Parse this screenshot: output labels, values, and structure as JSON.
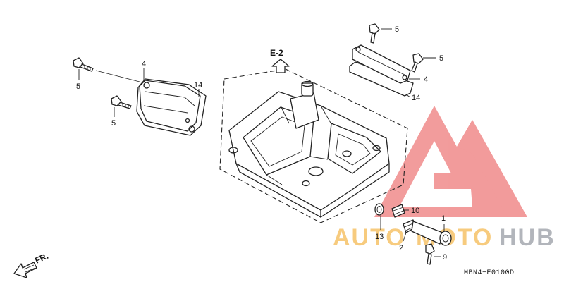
{
  "reference_label": "E-2",
  "front_label": "FR.",
  "diagram_code": "MBN4−E0100D",
  "callouts": {
    "c1": "1",
    "c2": "2",
    "c4a": "4",
    "c4b": "4",
    "c5a": "5",
    "c5b": "5",
    "c5c": "5",
    "c5d": "5",
    "c9": "9",
    "c10": "10",
    "c13": "13",
    "c14a": "14",
    "c14b": "14"
  },
  "watermark": {
    "text_auto": "AUTO",
    "text_moto": "MOTO",
    "text_hub": "HUB",
    "red": "#e84a4a",
    "orange": "#f3b03a",
    "gray": "#8a8f98"
  }
}
